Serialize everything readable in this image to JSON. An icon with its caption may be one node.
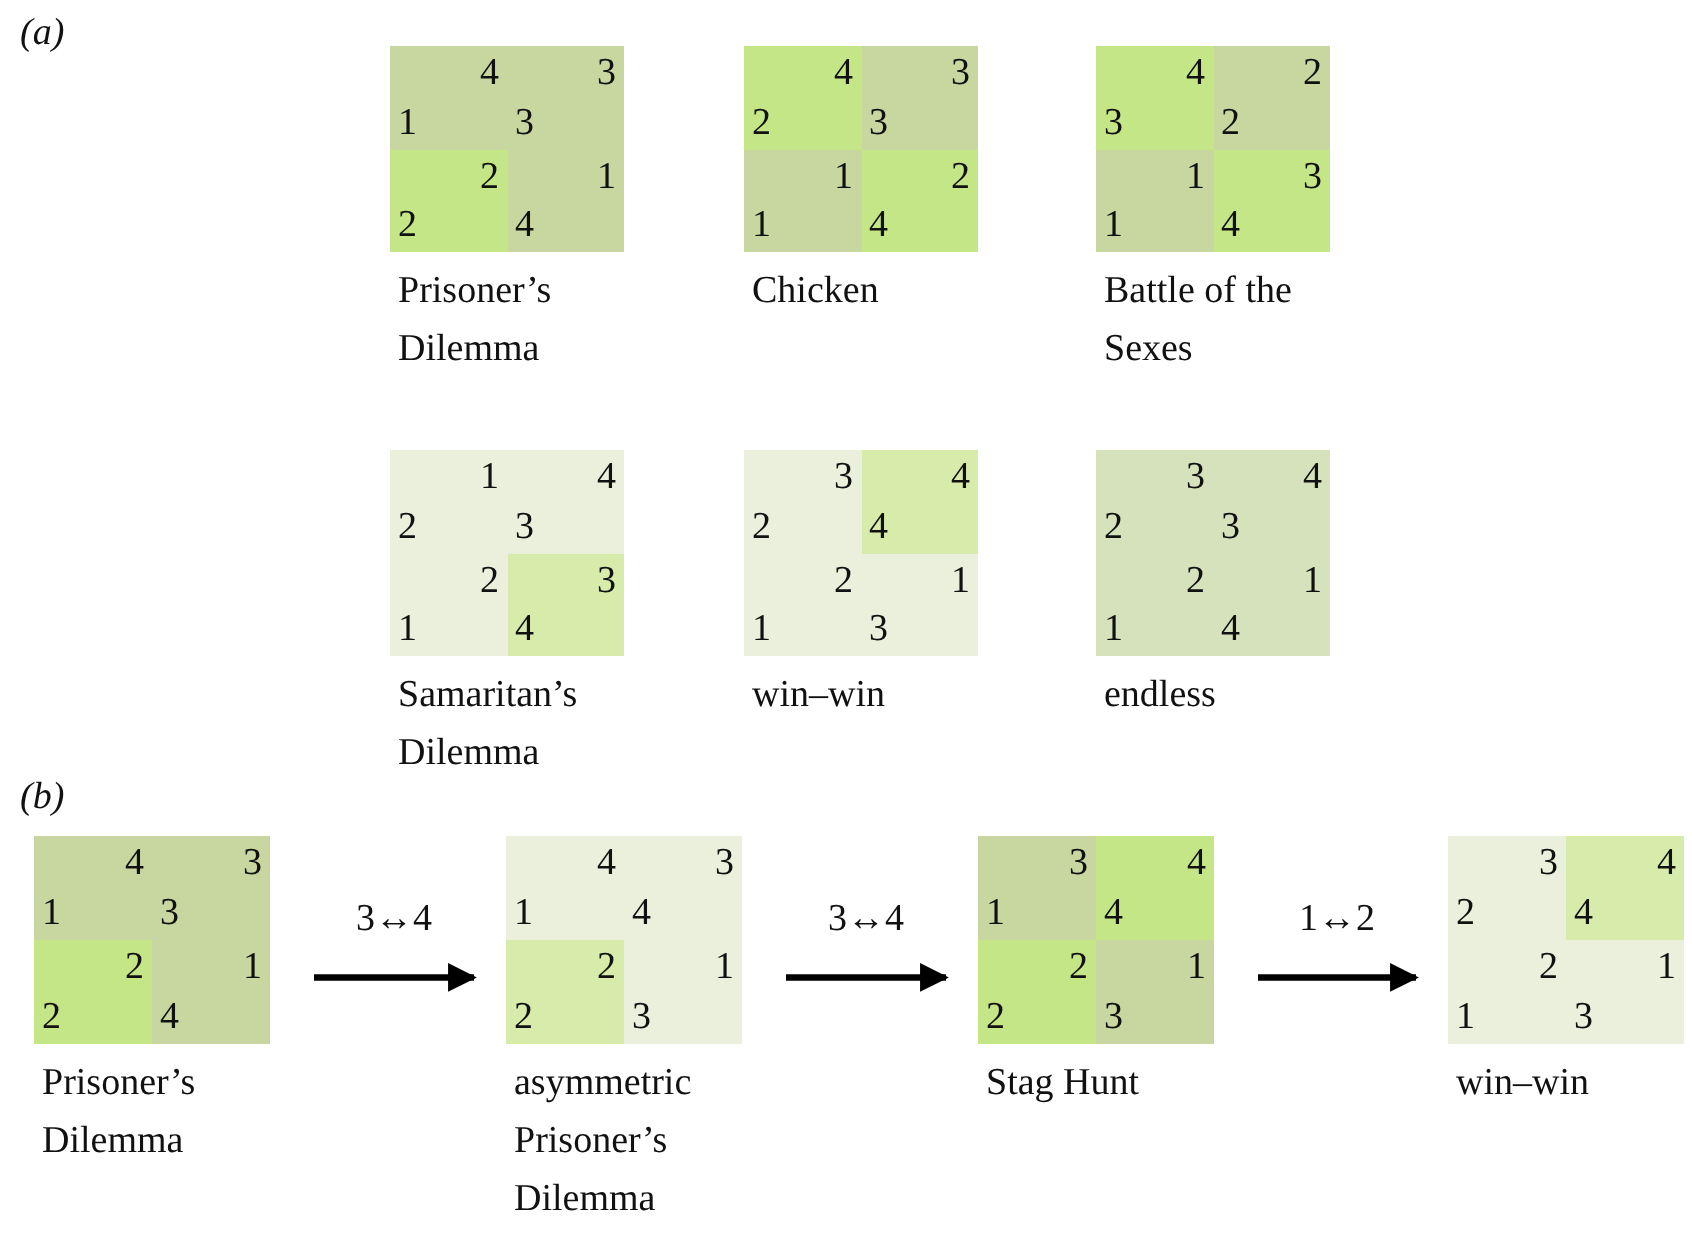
{
  "diagram": {
    "nodes": [
      {
        "text": [
          "Prisoner’s Dilemma"
        ]
      },
      {
        "text": [
          "4",
          "1"
        ],
        "in": 0
      },
      {
        "text": [
          "3",
          "3"
        ],
        "in": 0
      },
      {
        "text": [
          "2",
          "2"
        ],
        "in": 0
      },
      {
        "text": [
          "1",
          "4"
        ],
        "in": 0
      },
      {
        "text": [
          "Chicken"
        ]
      },
      {
        "text": [
          "4",
          "2"
        ],
        "in": 5
      },
      {
        "text": [
          "3",
          "3"
        ],
        "in": 5
      },
      {
        "text": [
          "1",
          "1"
        ],
        "in": 5
      },
      {
        "text": [
          "2",
          "4"
        ],
        "in": 5
      },
      {
        "text": [
          "Battle of the Sexes"
        ]
      },
      {
        "text": [
          "4",
          "3"
        ],
        "in": 10
      },
      {
        "text": [
          "2",
          "2"
        ],
        "in": 10
      },
      {
        "text": [
          "1",
          "1"
        ],
        "in": 10
      },
      {
        "text": [
          "3",
          "4"
        ],
        "in": 10
      },
      {
        "text": [
          "Samaritan’s Dilemma"
        ]
      },
      {
        "text": [
          "1",
          "2"
        ],
        "in": 15
      },
      {
        "text": [
          "4",
          "3"
        ],
        "in": 15
      },
      {
        "text": [
          "2",
          "1"
        ],
        "in": 15
      },
      {
        "text": [
          "3",
          "4"
        ],
        "in": 15
      },
      {
        "text": [
          "win–win"
        ]
      },
      {
        "text": [
          "3",
          "2"
        ],
        "in": 20
      },
      {
        "text": [
          "4",
          "4"
        ],
        "in": 20
      },
      {
        "text": [
          "2",
          "1"
        ],
        "in": 20
      },
      {
        "text": [
          "1",
          "3"
        ],
        "in": 20
      },
      {
        "text": [
          "endless"
        ]
      },
      {
        "text": [
          "3",
          "2"
        ],
        "in": 25
      },
      {
        "text": [
          "4",
          "3"
        ],
        "in": 25
      },
      {
        "text": [
          "2",
          "1"
        ],
        "in": 25
      },
      {
        "text": [
          "1",
          "4"
        ],
        "in": 25
      },
      {
        "text": [
          "Prisoner’s Dilemma"
        ]
      },
      {
        "text": [
          "4",
          "1"
        ],
        "in": 30
      },
      {
        "text": [
          "3",
          "3"
        ],
        "in": 30
      },
      {
        "text": [
          "2",
          "2"
        ],
        "in": 30
      },
      {
        "text": [
          "1",
          "4"
        ],
        "in": 30
      },
      {
        "text": [
          "asymmetric Prisoner’s Dilemma"
        ]
      },
      {
        "text": [
          "4",
          "1"
        ],
        "in": 35
      },
      {
        "text": [
          "3",
          "4"
        ],
        "in": 35
      },
      {
        "text": [
          "2",
          "2"
        ],
        "in": 35
      },
      {
        "text": [
          "1",
          "3"
        ],
        "in": 35
      },
      {
        "text": [
          "Stag Hunt"
        ]
      },
      {
        "text": [
          "3",
          "1"
        ],
        "in": 40
      },
      {
        "text": [
          "4",
          "4"
        ],
        "in": 40
      },
      {
        "text": [
          "2",
          "2"
        ],
        "in": 40
      },
      {
        "text": [
          "1",
          "3"
        ],
        "in": 40
      },
      {
        "text": [
          "win–win"
        ]
      },
      {
        "text": [
          "3",
          "2"
        ],
        "in": 45
      },
      {
        "text": [
          "4",
          "4"
        ],
        "in": 45
      },
      {
        "text": [
          "2",
          "1"
        ],
        "in": 45
      },
      {
        "text": [
          "1",
          "3"
        ],
        "in": 45
      }
    ],
    "edges": [
      {
        "from": 30,
        "to": 35,
        "arrow": "to",
        "label": "3↔4"
      },
      {
        "from": 35,
        "to": 40,
        "arrow": "to",
        "label": "3↔4"
      },
      {
        "from": 40,
        "to": 45,
        "arrow": "to",
        "label": "1↔2"
      }
    ],
    "labels": [
      "(a)",
      "(b)"
    ]
  }
}
